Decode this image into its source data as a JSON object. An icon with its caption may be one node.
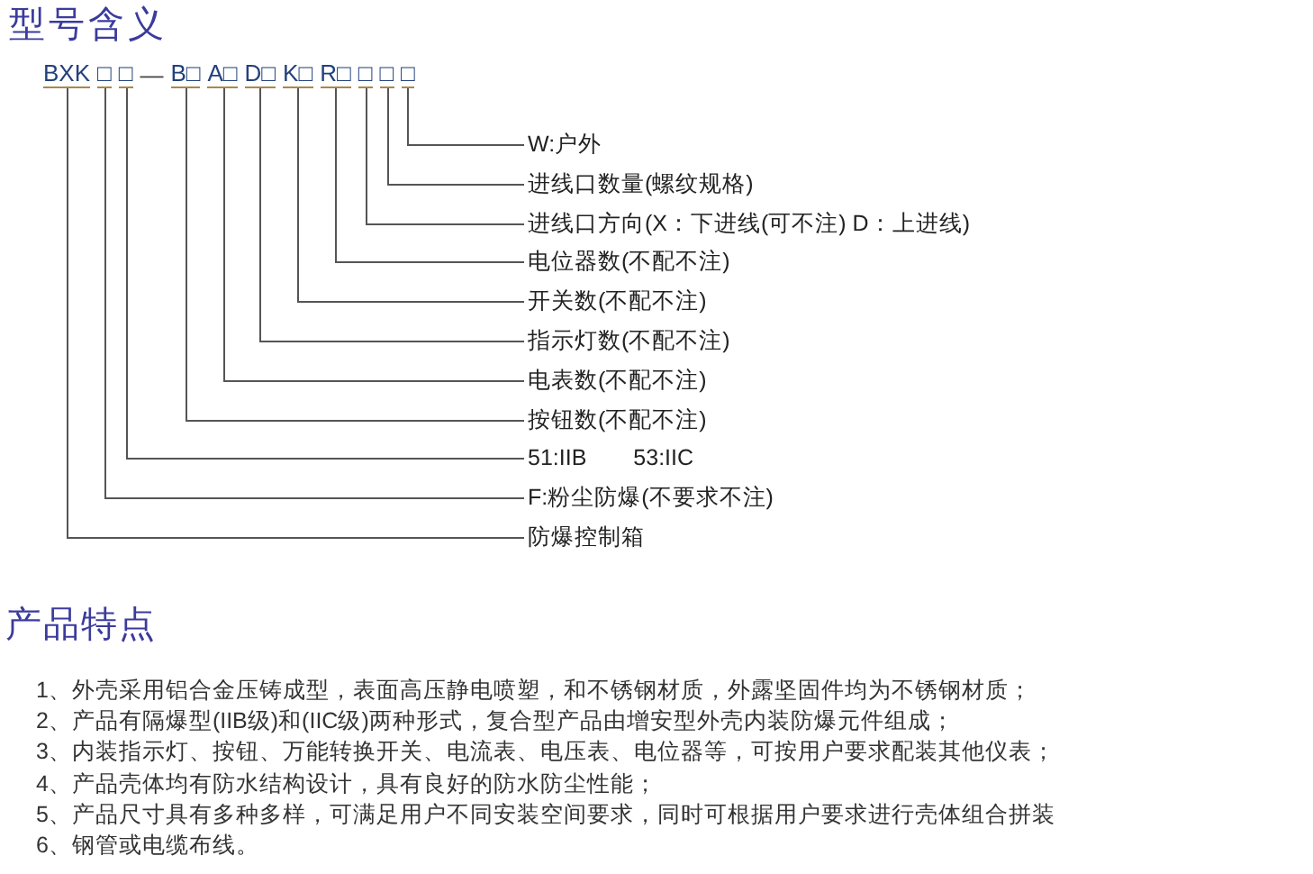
{
  "diagram": {
    "title": "型号含义",
    "nodes": [
      {
        "text": [
          "BXK"
        ]
      },
      {
        "text": [
          "□"
        ]
      },
      {
        "text": [
          "□"
        ]
      },
      {
        "text": [
          "B□"
        ]
      },
      {
        "text": [
          "A□"
        ]
      },
      {
        "text": [
          "D□"
        ]
      },
      {
        "text": [
          "K□"
        ]
      },
      {
        "text": [
          "R□"
        ]
      },
      {
        "text": [
          "□"
        ]
      },
      {
        "text": [
          "□"
        ]
      },
      {
        "text": [
          "□"
        ]
      },
      {
        "text": [
          "W:户外"
        ]
      },
      {
        "text": [
          "进线口数量(螺纹规格)"
        ]
      },
      {
        "text": [
          "进线口方向(X：下进线(可不注) D：上进线)"
        ]
      },
      {
        "text": [
          "电位器数(不配不注)"
        ]
      },
      {
        "text": [
          "开关数(不配不注)"
        ]
      },
      {
        "text": [
          "指示灯数(不配不注)"
        ]
      },
      {
        "text": [
          "电表数(不配不注)"
        ]
      },
      {
        "text": [
          "按钮数(不配不注)"
        ]
      },
      {
        "text": [
          "51:IIB",
          "53:IIC"
        ]
      },
      {
        "text": [
          "F:粉尘防爆(不要求不注)"
        ]
      },
      {
        "text": [
          "防爆控制箱"
        ]
      }
    ],
    "edges": [
      {
        "from": 0,
        "to": 21,
        "arrow": "none"
      },
      {
        "from": 1,
        "to": 20,
        "arrow": "none"
      },
      {
        "from": 2,
        "to": 19,
        "arrow": "none"
      },
      {
        "from": 3,
        "to": 18,
        "arrow": "none"
      },
      {
        "from": 4,
        "to": 17,
        "arrow": "none"
      },
      {
        "from": 5,
        "to": 16,
        "arrow": "none"
      },
      {
        "from": 6,
        "to": 15,
        "arrow": "none"
      },
      {
        "from": 7,
        "to": 14,
        "arrow": "none"
      },
      {
        "from": 8,
        "to": 13,
        "arrow": "none"
      },
      {
        "from": 9,
        "to": 12,
        "arrow": "none"
      },
      {
        "from": 10,
        "to": 11,
        "arrow": "none"
      }
    ],
    "labels": [
      "—",
      "产品特点",
      "1、外壳采用铝合金压铸成型，表面高压静电喷塑，和不锈钢材质，外露坚固件均为不锈钢材质；",
      "2、产品有隔爆型(IIB级)和(IIC级)两种形式，复合型产品由增安型外壳内装防爆元件组成；",
      "3、内装指示灯、按钮、万能转换开关、电流表、电压表、电位器等，可按用户要求配装其他仪表；",
      "4、产品壳体均有防水结构设计，具有良好的防水防尘性能；",
      "5、产品尺寸具有多种多样，可满足用户不同安装空间要求，同时可根据用户要求进行壳体组合拼装",
      "6、钢管或电缆布线。"
    ]
  }
}
